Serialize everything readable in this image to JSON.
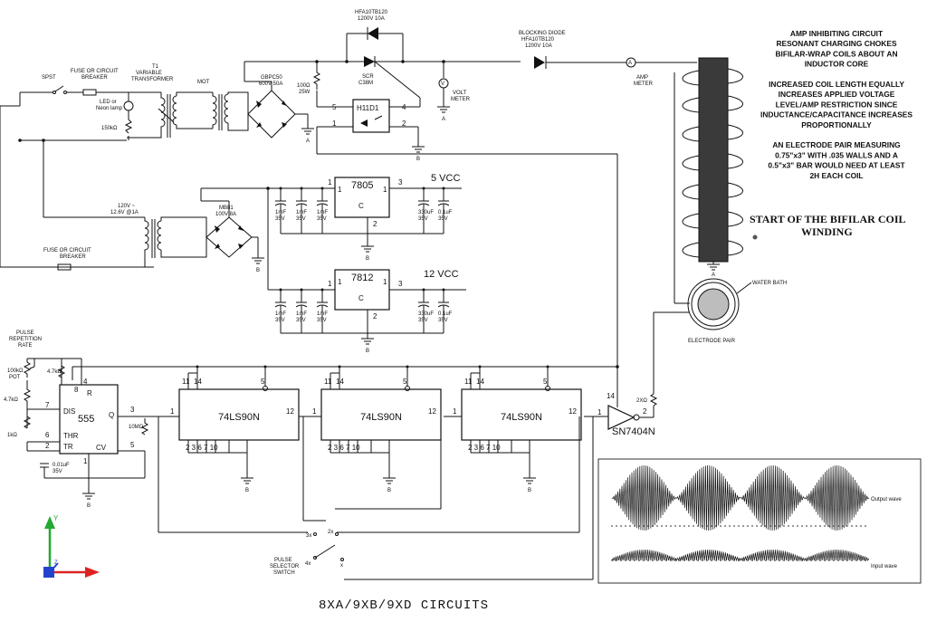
{
  "title": "8XA/9XB/9XD CIRCUITS",
  "labels": {
    "spst": "SPST",
    "fuse_top_1": "FUSE OR CIRCUIT",
    "fuse_top_2": "BREAKER",
    "t1": "T1",
    "variable_1": "VARIABLE",
    "variable_2": "TRANSFORMER",
    "mot": "MOT",
    "led_1": "LED or",
    "led_2": "Neon lamp",
    "r150k": "150kΩ",
    "gbpc_1": "GBPC50",
    "gbpc_2": "600V 50A",
    "diode_top_1": "HFA10TB120",
    "diode_top_2": "1200V 10A",
    "r100": "100Ω",
    "w25": "25W",
    "scr_1": "SCR",
    "scr_2": "C38M",
    "h11d1": "H11D1",
    "opto_5": "5",
    "opto_4": "4",
    "opto_1": "1",
    "opto_2": "2",
    "volt_1": "VOLT",
    "volt_2": "METER",
    "block_1": "BLOCKING DIODE",
    "block_2": "HFA10TB120",
    "block_3": "1200V 10A",
    "amp_1": "AMP",
    "amp_2": "METER",
    "v_sym": "V",
    "a_sym": "A",
    "gnd_a": "A",
    "gnd_b": "B",
    "reg1": "7805",
    "reg2": "7812",
    "reg_c": "C",
    "vcc5": "5  VCC",
    "vcc12": "12  VCC",
    "pin1": "1",
    "pin2": "2",
    "pin3": "3",
    "cap_1mf": "1mF",
    "cap_35v": "35V",
    "cap_330": "330uF",
    "cap_01": "0.1uF",
    "tr2_1": "120V ~",
    "tr2_2": "12.6V @1A",
    "mb_1": "MB81",
    "mb_2": "100V 8A",
    "fuse_bot_1": "FUSE OR CIRCUIT",
    "fuse_bot_2": "BREAKER",
    "pulse_1": "PULSE",
    "pulse_2": "REPETITION",
    "pulse_3": "RATE",
    "pot_1": "100kΩ",
    "pot_2": "POT",
    "r47k_a": "4.7kΩ",
    "r47k_b": "4.7kΩ",
    "r1k": "1kΩ",
    "c001_1": "0.01uF",
    "c001_2": "35V",
    "t555": "555",
    "t555_r": "R",
    "t555_dis": "DIS",
    "t555_thr": "THR",
    "t555_tr": "TR",
    "t555_q": "Q",
    "t555_cv": "CV",
    "p7": "7",
    "p6": "6",
    "p8": "8",
    "p4": "4",
    "p3": "3",
    "p5": "5",
    "p1": "1",
    "p2": "2",
    "r10m": "10MΩ",
    "ls90": "74LS90N",
    "cnt_p11": "11",
    "cnt_p14": "14",
    "cnt_p5": "5",
    "cnt_p12": "12",
    "cnt_p1": "1",
    "cnt_pins_bottom": "2  3  6  7     10",
    "sn": "SN7404N",
    "sn_14": "14",
    "sn_1": "1",
    "sn_2": "2",
    "r2x": "2XΩ",
    "sel_1": "PULSE",
    "sel_2": "SELECTOR",
    "sel_3": "SWITCH",
    "sel_3x": "3x",
    "sel_2x": "2x",
    "sel_4x": "4x",
    "sel_x": "x",
    "notes": [
      "AMP INHIBITING CIRCUIT",
      "RESONANT CHARGING CHOKES",
      "BIFILAR-WRAP COILS ABOUT AN",
      "INDUCTOR CORE",
      "",
      "INCREASED COIL LENGTH EQUALLY",
      "INCREASES APPLIED VOLTAGE",
      "LEVEL/AMP RESTRICTION SINCE",
      "INDUCTANCE/CAPACITANCE INCREASES",
      "PROPORTIONALLY",
      "",
      "AN ELECTRODE PAIR MEASURING",
      "0.75\"x3\" WITH .035 WALLS AND A",
      "0.5\"x3\" BAR WOULD NEED AT LEAST",
      "2H EACH COIL"
    ],
    "start_1": "START OF THE BIFILAR COIL",
    "start_2": "WINDING",
    "water_bath": "WATER BATH",
    "electrode": "ELECTRODE PAIR",
    "output_wave": "Output wave",
    "input_wave": "Input wave",
    "axis_y": "Y",
    "axis_z": "Z"
  }
}
